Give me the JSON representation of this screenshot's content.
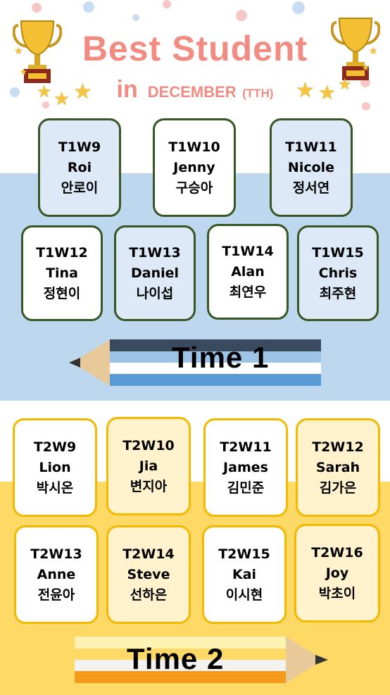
{
  "header": {
    "title": "Best Student",
    "in_label": "in",
    "month": "DECEMBER",
    "group": "(TTH)"
  },
  "colors": {
    "title_pink": "#f28c82",
    "blue_band": "#bdd7ee",
    "yellow_band": "#ffd966",
    "green_border": "#375623",
    "gold_border": "#f5b800"
  },
  "time1": {
    "label": "Time 1",
    "students": [
      {
        "code": "T1W9",
        "name": "Roi",
        "korean": "안로이"
      },
      {
        "code": "T1W10",
        "name": "Jenny",
        "korean": "구승아"
      },
      {
        "code": "T1W11",
        "name": "Nicole",
        "korean": "정서연"
      },
      {
        "code": "T1W12",
        "name": "Tina",
        "korean": "정현이"
      },
      {
        "code": "T1W13",
        "name": "Daniel",
        "korean": "나이섭"
      },
      {
        "code": "T1W14",
        "name": "Alan",
        "korean": "최연우"
      },
      {
        "code": "T1W15",
        "name": "Chris",
        "korean": "최주현"
      }
    ]
  },
  "time2": {
    "label": "Time 2",
    "students": [
      {
        "code": "T2W9",
        "name": "Lion",
        "korean": "박시온"
      },
      {
        "code": "T2W10",
        "name": "Jia",
        "korean": "변지아"
      },
      {
        "code": "T2W11",
        "name": "James",
        "korean": "김민준"
      },
      {
        "code": "T2W12",
        "name": "Sarah",
        "korean": "김가은"
      },
      {
        "code": "T2W13",
        "name": "Anne",
        "korean": "전윤아"
      },
      {
        "code": "T2W14",
        "name": "Steve",
        "korean": "선하은"
      },
      {
        "code": "T2W15",
        "name": "Kai",
        "korean": "이시현"
      },
      {
        "code": "T2W16",
        "name": "Joy",
        "korean": "박초이"
      }
    ]
  }
}
